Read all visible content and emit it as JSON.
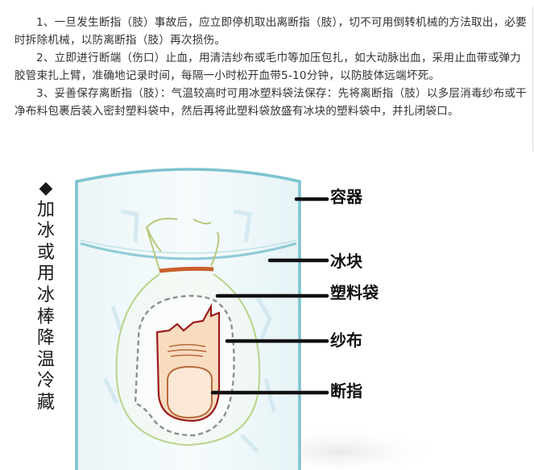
{
  "article": {
    "paragraphs": [
      "1、一旦发生断指（肢）事故后，应立即停机取出离断指（肢），切不可用倒转机械的方法取出，必要时拆除机械，以防离断指（肢）再次损伤。",
      "2、立即进行断端（伤口）止血，用清洁纱布或毛巾等加压包扎，如大动脉出血，采用止血带或弹力胶管束扎上臂，准确地记录时间，每隔一小时松开血带5-10分钟，以防肢体远端坏死。",
      "3、妥善保存离断指（肢）：气温较高时可用冰塑料袋法保存：先将离断指（肢）以多层消毒纱布或干净布料包裹后装入密封塑料袋中，然后再将此塑料袋放盛有冰块的塑料袋中，并扎闭袋口。"
    ]
  },
  "figure": {
    "bullet": "◆",
    "vertical_caption": [
      "加",
      "冰",
      "或",
      "用",
      "冰",
      "棒",
      "降",
      "温",
      "冷",
      "藏"
    ],
    "callouts": {
      "container": "容器",
      "ice": "冰块",
      "plastic_bag": "塑料袋",
      "gauze": "纱布",
      "severed_finger": "断指"
    },
    "colors": {
      "container_outline": "#7cc3cf",
      "bag_outline": "#b9d48a",
      "bag_tie": "#c9612a",
      "gauze_dash": "#8a8f96",
      "finger_fill": "#f8dcc0",
      "finger_outline": "#9b1c1c",
      "nail_outline": "#b7683a"
    }
  }
}
